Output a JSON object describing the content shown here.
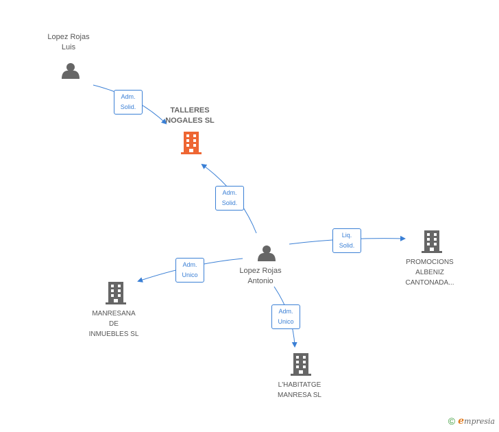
{
  "colors": {
    "edge": "#3a7fd5",
    "person_icon": "#666666",
    "company_icon": "#666666",
    "focus_company_icon": "#ee6633"
  },
  "nodes": {
    "luis": {
      "type": "person",
      "line1": "Lopez Rojas",
      "line2": "Luis"
    },
    "talleres": {
      "type": "company",
      "focus": true,
      "line1": "TALLERES",
      "line2": "NOGALES SL"
    },
    "antonio": {
      "type": "person",
      "line1": "Lopez Rojas",
      "line2": "Antonio"
    },
    "promocions": {
      "type": "company",
      "line1": "PROMOCIONS",
      "line2": "ALBENIZ",
      "line3": "CANTONADA..."
    },
    "manresana": {
      "type": "company",
      "line1": "MANRESANA",
      "line2": "DE",
      "line3": "INMUEBLES SL"
    },
    "habitatge": {
      "type": "company",
      "line1": "L'HABITATGE",
      "line2": "MANRESA SL"
    }
  },
  "edges": {
    "luis_talleres": {
      "line1": "Adm.",
      "line2": "Solid."
    },
    "antonio_talleres": {
      "line1": "Adm.",
      "line2": "Solid."
    },
    "antonio_promocions": {
      "line1": "Liq.",
      "line2": "Solid."
    },
    "antonio_manresana": {
      "line1": "Adm.",
      "line2": "Unico"
    },
    "antonio_habitatge": {
      "line1": "Adm.",
      "line2": "Unico"
    }
  },
  "footer": {
    "copyright": "©",
    "brand_initial": "e",
    "brand_rest": "mpresia"
  }
}
